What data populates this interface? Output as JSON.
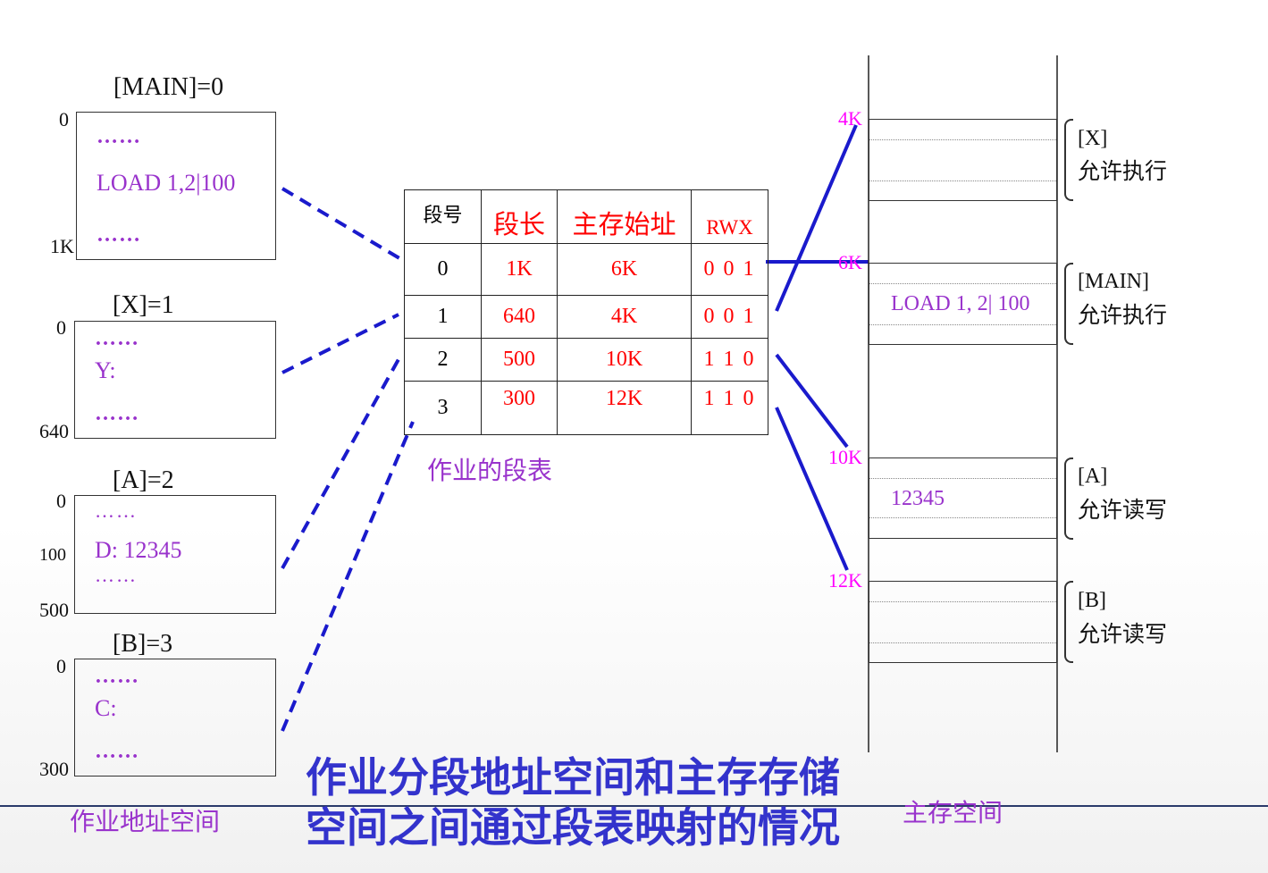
{
  "segments": [
    {
      "title": "[MAIN]=0",
      "start_label": "0",
      "end_label": "1K",
      "lines": [
        "……",
        "LOAD  1,2|100",
        "……"
      ]
    },
    {
      "title": "[X]=1",
      "start_label": "0",
      "end_label": "640",
      "lines": [
        "……",
        "Y:",
        "……"
      ]
    },
    {
      "title": "[A]=2",
      "start_label": "0",
      "mid_label": "100",
      "end_label": "500",
      "lines": [
        "……",
        "D:  12345",
        "……"
      ]
    },
    {
      "title": "[B]=3",
      "start_label": "0",
      "end_label": "300",
      "lines": [
        "……",
        "C:",
        "……"
      ]
    }
  ],
  "job_space_caption": "作业地址空间",
  "segment_table": {
    "headers": [
      "段号",
      "段长",
      "主存始址",
      "RWX"
    ],
    "rows": [
      {
        "no": "0",
        "length": "1K",
        "start": "6K",
        "rwx": "0 0 1"
      },
      {
        "no": "1",
        "length": "640",
        "start": "4K",
        "rwx": "0 0 1"
      },
      {
        "no": "2",
        "length": "500",
        "start": "10K",
        "rwx": "1 1 0"
      },
      {
        "no": "3",
        "length": "300",
        "start": "12K",
        "rwx": "1 1 0"
      }
    ],
    "caption": "作业的段表"
  },
  "memory": {
    "addresses": [
      "4K",
      "6K",
      "10K",
      "12K"
    ],
    "blocks": [
      {
        "label": "[X]",
        "perm": "允许执行",
        "content": ""
      },
      {
        "label": "[MAIN]",
        "perm": "允许执行",
        "content": "LOAD  1, 2| 100"
      },
      {
        "label": "[A]",
        "perm": "允许读写",
        "content": "12345"
      },
      {
        "label": "[B]",
        "perm": "允许读写",
        "content": ""
      }
    ],
    "caption": "主存空间"
  },
  "title_lines": [
    "作业分段地址空间和主存存储",
    "空间之间通过段表映射的情况"
  ],
  "colors": {
    "line_blue": "#1a1acc",
    "purple": "#9933cc",
    "magenta": "#ff00ff",
    "red": "#ff0000",
    "title_blue": "#3333cc"
  }
}
